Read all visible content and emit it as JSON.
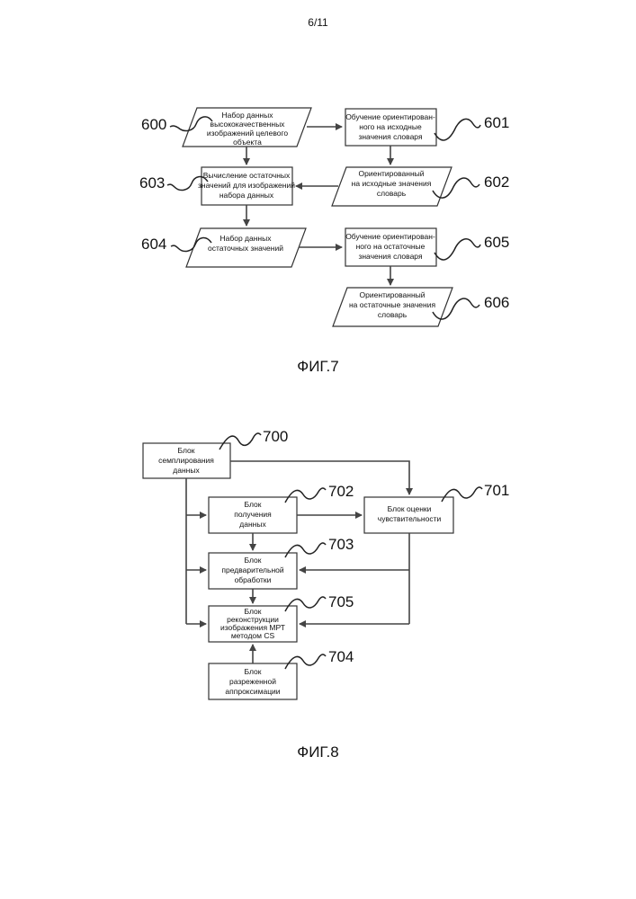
{
  "page_number": "6/11",
  "fig7": {
    "caption": "ФИГ.7",
    "nodes": {
      "n600": {
        "ref": "600",
        "lines": [
          "Набор данных",
          "высококачественных",
          "изображений целевого",
          "объекта"
        ]
      },
      "n601": {
        "ref": "601",
        "lines": [
          "Обучение ориентирован-",
          "ного на исходные",
          "значения словаря"
        ]
      },
      "n602": {
        "ref": "602",
        "lines": [
          "Ориентированный",
          "на исходные значения",
          "словарь"
        ]
      },
      "n603": {
        "ref": "603",
        "lines": [
          "Вычисление остаточных",
          "значений для изображений",
          "набора данных"
        ]
      },
      "n604": {
        "ref": "604",
        "lines": [
          "Набор данных",
          "остаточных значений"
        ]
      },
      "n605": {
        "ref": "605",
        "lines": [
          "Обучение ориентирован-",
          "ного на остаточные",
          "значения словаря"
        ]
      },
      "n606": {
        "ref": "606",
        "lines": [
          "Ориентированный",
          "на остаточные значения",
          "словарь"
        ]
      }
    }
  },
  "fig8": {
    "caption": "ФИГ.8",
    "nodes": {
      "n700": {
        "ref": "700",
        "lines": [
          "Блок",
          "семплирования",
          "данных"
        ]
      },
      "n701": {
        "ref": "701",
        "lines": [
          "Блок оценки",
          "чувствительности"
        ]
      },
      "n702": {
        "ref": "702",
        "lines": [
          "Блок",
          "получения",
          "данных"
        ]
      },
      "n703": {
        "ref": "703",
        "lines": [
          "Блок",
          "предварительной",
          "обработки"
        ]
      },
      "n705": {
        "ref": "705",
        "lines": [
          "Блок",
          "реконструкции",
          "изображения МРТ",
          "методом CS"
        ]
      },
      "n704": {
        "ref": "704",
        "lines": [
          "Блок",
          "разреженной",
          "аппроксимации"
        ]
      }
    }
  }
}
